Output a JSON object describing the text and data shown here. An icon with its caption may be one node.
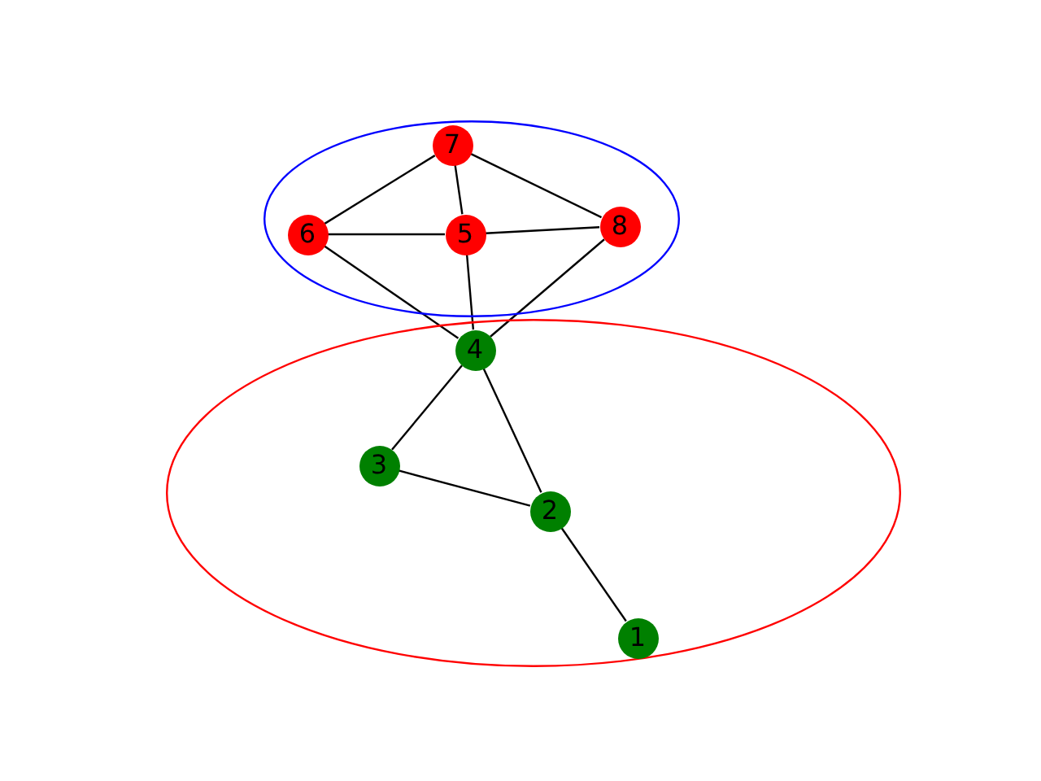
{
  "diagram": {
    "nodes": [
      {
        "text": [],
        "shape": "ellipse"
      },
      {
        "text": [
          "7"
        ],
        "in": 0
      },
      {
        "text": [
          "6"
        ],
        "in": 0
      },
      {
        "text": [
          "5"
        ],
        "in": 0
      },
      {
        "text": [
          "8"
        ],
        "in": 0
      },
      {
        "text": [],
        "shape": "ellipse"
      },
      {
        "text": [
          "4"
        ],
        "in": 5
      },
      {
        "text": [
          "3"
        ],
        "in": 5
      },
      {
        "text": [
          "2"
        ],
        "in": 5
      },
      {
        "text": [
          "1"
        ],
        "in": 5
      }
    ],
    "edges": [
      {
        "from": 1,
        "to": 2,
        "arrow": "none"
      },
      {
        "from": 1,
        "to": 3,
        "arrow": "none"
      },
      {
        "from": 1,
        "to": 4,
        "arrow": "none"
      },
      {
        "from": 2,
        "to": 3,
        "arrow": "none"
      },
      {
        "from": 3,
        "to": 4,
        "arrow": "none"
      },
      {
        "from": 2,
        "to": 6,
        "arrow": "none"
      },
      {
        "from": 3,
        "to": 6,
        "arrow": "none"
      },
      {
        "from": 4,
        "to": 6,
        "arrow": "none"
      },
      {
        "from": 6,
        "to": 7,
        "arrow": "none"
      },
      {
        "from": 6,
        "to": 8,
        "arrow": "none"
      },
      {
        "from": 7,
        "to": 8,
        "arrow": "none"
      },
      {
        "from": 8,
        "to": 9,
        "arrow": "none"
      }
    ]
  }
}
